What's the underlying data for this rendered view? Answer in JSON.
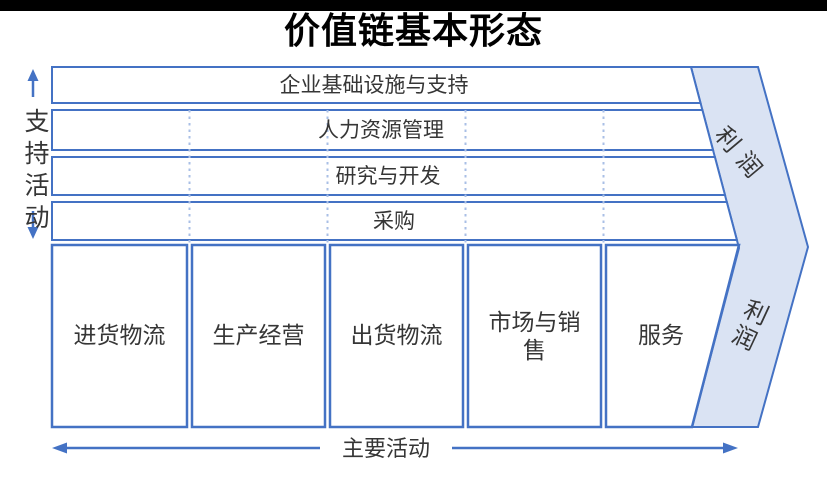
{
  "title": "价值链基本形态",
  "colors": {
    "accent": "#4472C4",
    "band_fill": "#DAE3F3",
    "dotted_divider": "#A9BFE6",
    "text": "#363636",
    "top_bar": "#000000"
  },
  "support_axis": {
    "label": "支持活动",
    "up_arrow_icon": "arrow-up",
    "down_arrow_icon": "arrow-down"
  },
  "support_bars": [
    {
      "label": "企业基础设施与支持"
    },
    {
      "label": "人力资源管理"
    },
    {
      "label": "研究与开发"
    },
    {
      "label": "采购"
    }
  ],
  "primary_boxes": [
    {
      "label": "进货物流"
    },
    {
      "label": "生产经营"
    },
    {
      "label": "出货物流"
    },
    {
      "label": "市场与销售",
      "line1": "市场与销",
      "line2": "售"
    },
    {
      "label": "服务"
    }
  ],
  "profit": {
    "top_label": "利润",
    "bottom_label": "利润"
  },
  "primary_axis": {
    "label": "主要活动",
    "left_arrow_icon": "arrow-left",
    "right_arrow_icon": "arrow-right"
  }
}
